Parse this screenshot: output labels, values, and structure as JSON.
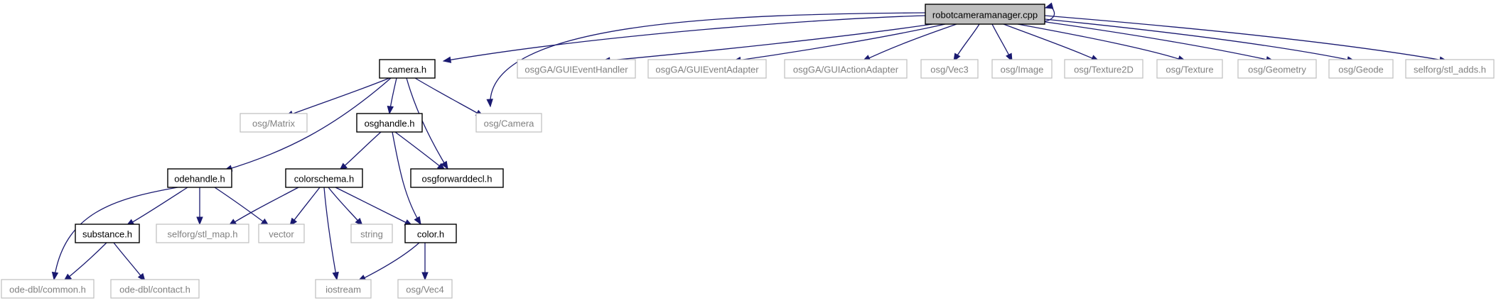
{
  "diagram": {
    "colors": {
      "edge": "#191970",
      "root_fill": "#bfbfbf",
      "primary_border": "#000000",
      "external_border": "#bfbfbf",
      "external_text": "#808080"
    },
    "nodes": [
      {
        "id": "robotcameramanager",
        "label": "robotcameramanager.cpp",
        "kind": "root"
      },
      {
        "id": "camera",
        "label": "camera.h",
        "kind": "primary"
      },
      {
        "id": "osgGA_GUIEventHandler",
        "label": "osgGA/GUIEventHandler",
        "kind": "external"
      },
      {
        "id": "osgGA_GUIEventAdapter",
        "label": "osgGA/GUIEventAdapter",
        "kind": "external"
      },
      {
        "id": "osgGA_GUIActionAdapter",
        "label": "osgGA/GUIActionAdapter",
        "kind": "external"
      },
      {
        "id": "osg_Vec3",
        "label": "osg/Vec3",
        "kind": "external"
      },
      {
        "id": "osg_Image",
        "label": "osg/Image",
        "kind": "external"
      },
      {
        "id": "osg_Texture2D",
        "label": "osg/Texture2D",
        "kind": "external"
      },
      {
        "id": "osg_Texture",
        "label": "osg/Texture",
        "kind": "external"
      },
      {
        "id": "osg_Geometry",
        "label": "osg/Geometry",
        "kind": "external"
      },
      {
        "id": "osg_Geode",
        "label": "osg/Geode",
        "kind": "external"
      },
      {
        "id": "selforg_stl_adds",
        "label": "selforg/stl_adds.h",
        "kind": "external"
      },
      {
        "id": "osg_Matrix",
        "label": "osg/Matrix",
        "kind": "external"
      },
      {
        "id": "osghandle",
        "label": "osghandle.h",
        "kind": "primary"
      },
      {
        "id": "osg_Camera",
        "label": "osg/Camera",
        "kind": "external"
      },
      {
        "id": "odehandle",
        "label": "odehandle.h",
        "kind": "primary"
      },
      {
        "id": "colorschema",
        "label": "colorschema.h",
        "kind": "primary"
      },
      {
        "id": "osgforwarddecl",
        "label": "osgforwarddecl.h",
        "kind": "primary"
      },
      {
        "id": "substance",
        "label": "substance.h",
        "kind": "primary"
      },
      {
        "id": "selforg_stl_map",
        "label": "selforg/stl_map.h",
        "kind": "external"
      },
      {
        "id": "vector",
        "label": "vector",
        "kind": "external"
      },
      {
        "id": "string",
        "label": "string",
        "kind": "external"
      },
      {
        "id": "color",
        "label": "color.h",
        "kind": "primary"
      },
      {
        "id": "ode_common",
        "label": "ode-dbl/common.h",
        "kind": "external"
      },
      {
        "id": "ode_contact",
        "label": "ode-dbl/contact.h",
        "kind": "external"
      },
      {
        "id": "iostream",
        "label": "iostream",
        "kind": "external"
      },
      {
        "id": "osg_Vec4",
        "label": "osg/Vec4",
        "kind": "external"
      }
    ],
    "edges": [
      {
        "from": "robotcameramanager",
        "to": "robotcameramanager"
      },
      {
        "from": "robotcameramanager",
        "to": "camera"
      },
      {
        "from": "robotcameramanager",
        "to": "osg_Camera"
      },
      {
        "from": "robotcameramanager",
        "to": "osgGA_GUIEventHandler"
      },
      {
        "from": "robotcameramanager",
        "to": "osgGA_GUIEventAdapter"
      },
      {
        "from": "robotcameramanager",
        "to": "osgGA_GUIActionAdapter"
      },
      {
        "from": "robotcameramanager",
        "to": "osg_Vec3"
      },
      {
        "from": "robotcameramanager",
        "to": "osg_Image"
      },
      {
        "from": "robotcameramanager",
        "to": "osg_Texture2D"
      },
      {
        "from": "robotcameramanager",
        "to": "osg_Texture"
      },
      {
        "from": "robotcameramanager",
        "to": "osg_Geometry"
      },
      {
        "from": "robotcameramanager",
        "to": "osg_Geode"
      },
      {
        "from": "robotcameramanager",
        "to": "selforg_stl_adds"
      },
      {
        "from": "camera",
        "to": "osg_Matrix"
      },
      {
        "from": "camera",
        "to": "osghandle"
      },
      {
        "from": "camera",
        "to": "osg_Camera"
      },
      {
        "from": "camera",
        "to": "odehandle"
      },
      {
        "from": "camera",
        "to": "osgforwarddecl"
      },
      {
        "from": "osghandle",
        "to": "colorschema"
      },
      {
        "from": "osghandle",
        "to": "osgforwarddecl"
      },
      {
        "from": "osghandle",
        "to": "color"
      },
      {
        "from": "odehandle",
        "to": "substance"
      },
      {
        "from": "odehandle",
        "to": "selforg_stl_map"
      },
      {
        "from": "odehandle",
        "to": "vector"
      },
      {
        "from": "odehandle",
        "to": "ode_common"
      },
      {
        "from": "colorschema",
        "to": "selforg_stl_map"
      },
      {
        "from": "colorschema",
        "to": "vector"
      },
      {
        "from": "colorschema",
        "to": "string"
      },
      {
        "from": "colorschema",
        "to": "color"
      },
      {
        "from": "colorschema",
        "to": "iostream"
      },
      {
        "from": "substance",
        "to": "ode_common"
      },
      {
        "from": "substance",
        "to": "ode_contact"
      },
      {
        "from": "color",
        "to": "iostream"
      },
      {
        "from": "color",
        "to": "osg_Vec4"
      }
    ]
  }
}
